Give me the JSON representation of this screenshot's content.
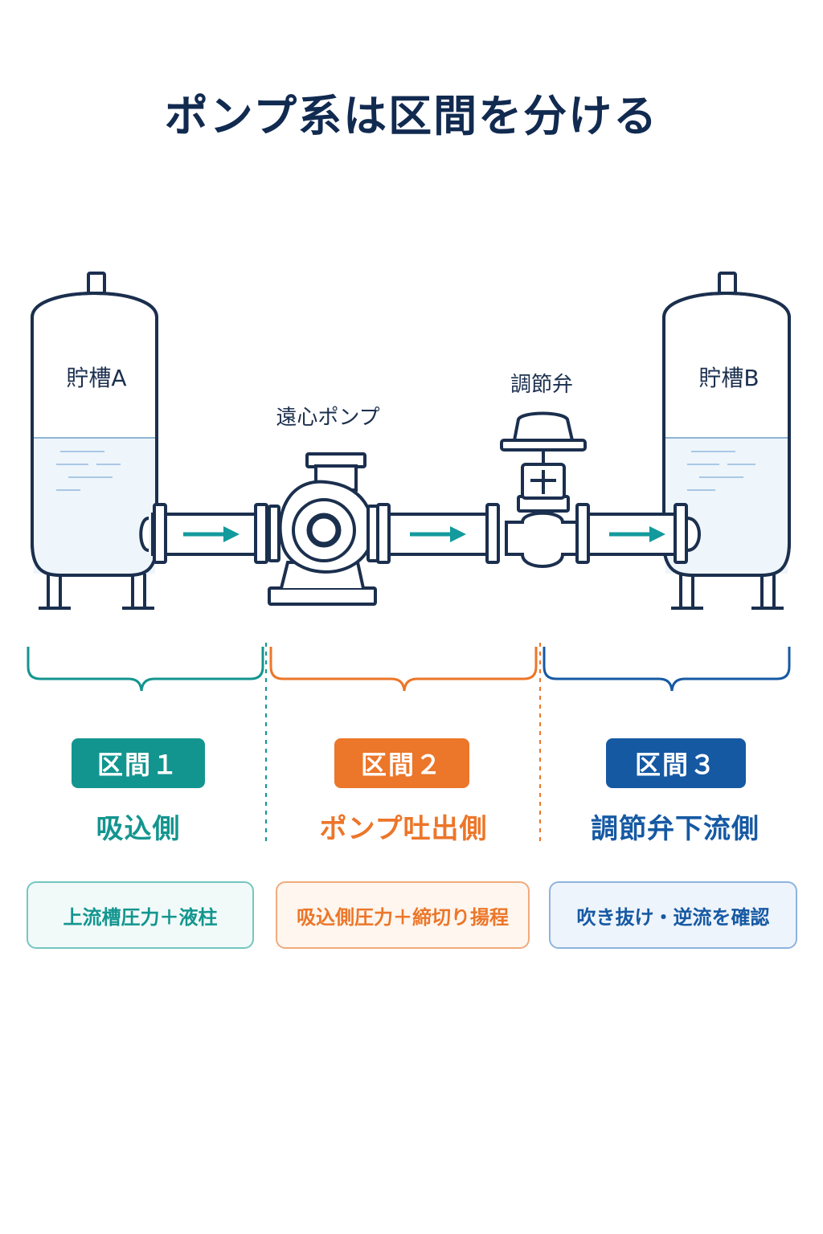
{
  "title": "ポンプ系は区間を分ける",
  "equipment": {
    "tank_a": "貯槽A",
    "pump": "遠心ポンプ",
    "valve": "調節弁",
    "tank_b": "貯槽B"
  },
  "colors": {
    "navy": "#1b2f4e",
    "teal": "#13958f",
    "orange": "#ec7629",
    "blue": "#1659a3"
  },
  "zones": [
    {
      "badge": "区間１",
      "title": "吸込側",
      "note": "上流槽圧力＋液柱",
      "color": "#13958f"
    },
    {
      "badge": "区間２",
      "title": "ポンプ吐出側",
      "note": "吸込側圧力＋締切り揚程",
      "color": "#ec7629"
    },
    {
      "badge": "区間３",
      "title": "調節弁下流側",
      "note": "吹き抜け・逆流を確認",
      "color": "#1659a3"
    }
  ]
}
